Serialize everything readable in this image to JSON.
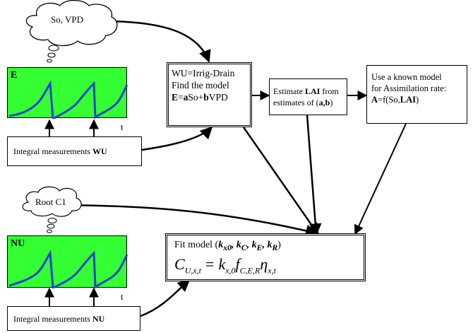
{
  "clouds": {
    "top": "So, VPD",
    "bottom": "Root C1"
  },
  "panels": {
    "top_label": "E",
    "bottom_label": "NU",
    "axis_label": "t"
  },
  "measurements": {
    "top_prefix": "Integral measurements ",
    "top_bold": "WU",
    "bottom_prefix": "Integral measurements ",
    "bottom_bold": "NU"
  },
  "box_model": {
    "line1": "WU=Irrig-Drain",
    "line2": "Find the model",
    "line3_E": "E",
    "line3_eq": "=",
    "line3_a": "a",
    "line3_So": "So+",
    "line3_b": "b",
    "line3_VPD": "VPD"
  },
  "box_lai": {
    "t1": "Estimate ",
    "t1_bold": "LAI",
    "t1_end": " from",
    "t2": "estimates of (",
    "t2_bold": "a,b",
    "t2_end": ")"
  },
  "box_assim": {
    "line1": "Use a known model",
    "line2": "for Assimilation rate:",
    "l3_A": "A",
    "l3_mid": "=f(So,",
    "l3_LAI": "LAI",
    "l3_end": ")"
  },
  "box_fit": {
    "title": "Fit model (",
    "params": "k",
    "sub_x0": "x0",
    "sub_C": "C",
    "sub_E": "E",
    "sub_R": "R",
    "close": ")",
    "eq_C": "C",
    "eq_C_sub": "U,x,t",
    "eq_equals": "=",
    "eq_k": "k",
    "eq_k_sub": "x,0",
    "eq_f": "f",
    "eq_f_sub": "C,E,R",
    "eq_eta": "η",
    "eq_eta_sub": "x,t"
  },
  "colors": {
    "panel_green": "#33ff33",
    "curve_blue": "#2244cc"
  }
}
